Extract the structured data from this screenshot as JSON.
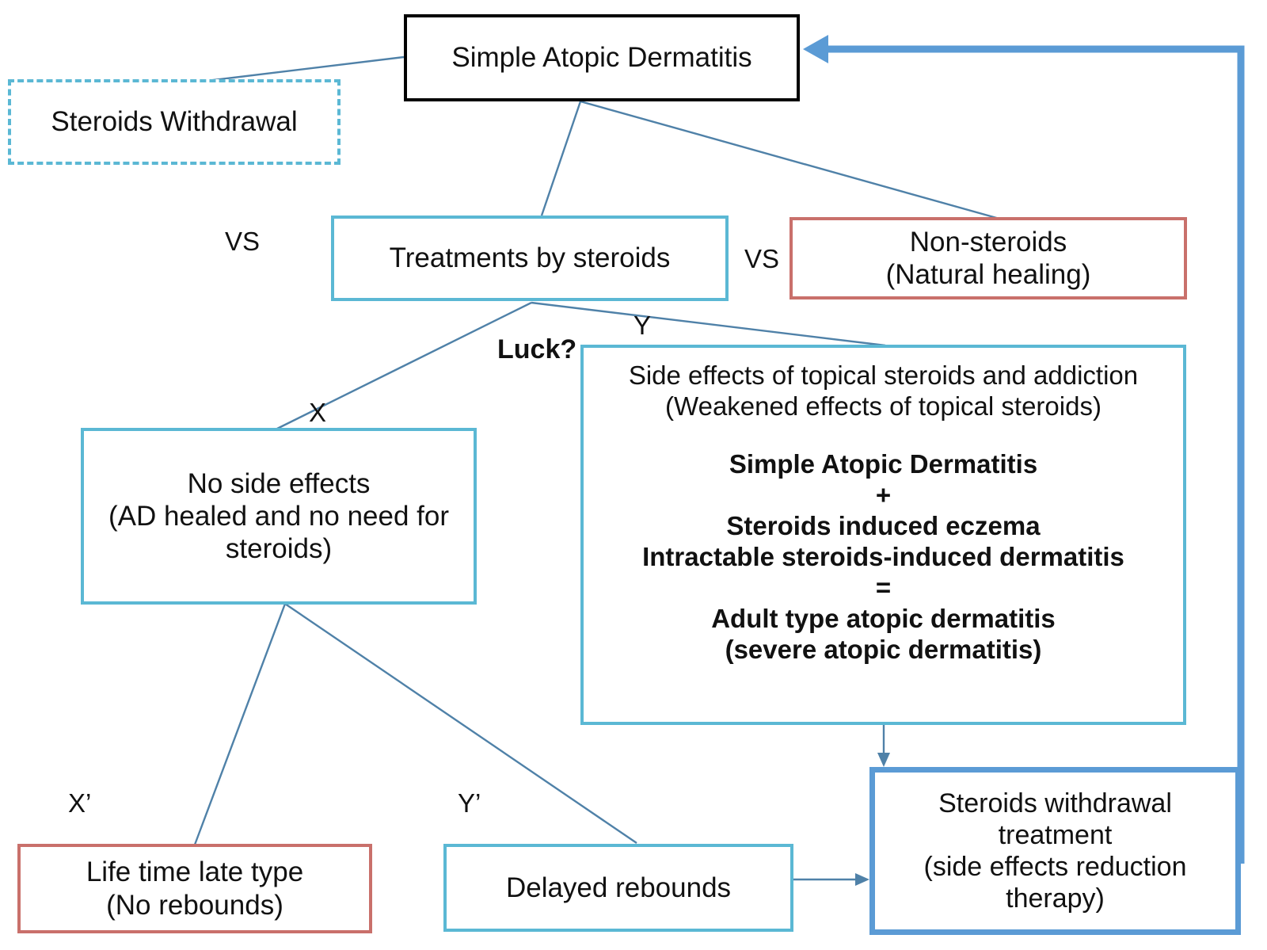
{
  "diagram": {
    "title_node": {
      "text": "Simple Atopic Dermatitis"
    },
    "nodes": {
      "steroids_withdrawal_dashed": {
        "text": "Steroids Withdrawal"
      },
      "treatments_by_steroids": {
        "text": "Treatments by steroids"
      },
      "non_steroids": {
        "line1": "Non-steroids",
        "line2": "(Natural healing)"
      },
      "no_side_effects": {
        "line1": "No side effects",
        "line2": "(AD healed and no need for",
        "line3": "steroids)"
      },
      "side_effects": {
        "line1": "Side effects of topical steroids and addiction",
        "line2": "(Weakened effects of topical steroids)",
        "bold1": "Simple Atopic Dermatitis",
        "bold2": "+",
        "bold3": "Steroids induced eczema",
        "bold4": "Intractable steroids-induced dermatitis",
        "bold5": "=",
        "bold6": "Adult type atopic dermatitis",
        "bold7": "(severe atopic dermatitis)"
      },
      "life_time_late_type": {
        "line1": "Life time late type",
        "line2": "(No rebounds)"
      },
      "delayed_rebounds": {
        "text": "Delayed rebounds"
      },
      "steroids_withdrawal_treatment": {
        "line1": "Steroids withdrawal",
        "line2": "treatment",
        "line3": "(side effects reduction",
        "line4": "therapy)"
      }
    },
    "labels": {
      "vs_left": "VS",
      "vs_right": "VS",
      "luck": "Luck?",
      "branch_x": "X",
      "branch_y": "Y",
      "branch_x_prime": "X’",
      "branch_y_prime": "Y’"
    },
    "colors": {
      "black_border": "#000000",
      "cyan_border": "#5BB8D4",
      "red_border": "#C9706B",
      "thick_blue_border": "#5B9BD5",
      "connector_line": "#4F81A8",
      "feedback_arrow": "#5B9BD5"
    }
  }
}
